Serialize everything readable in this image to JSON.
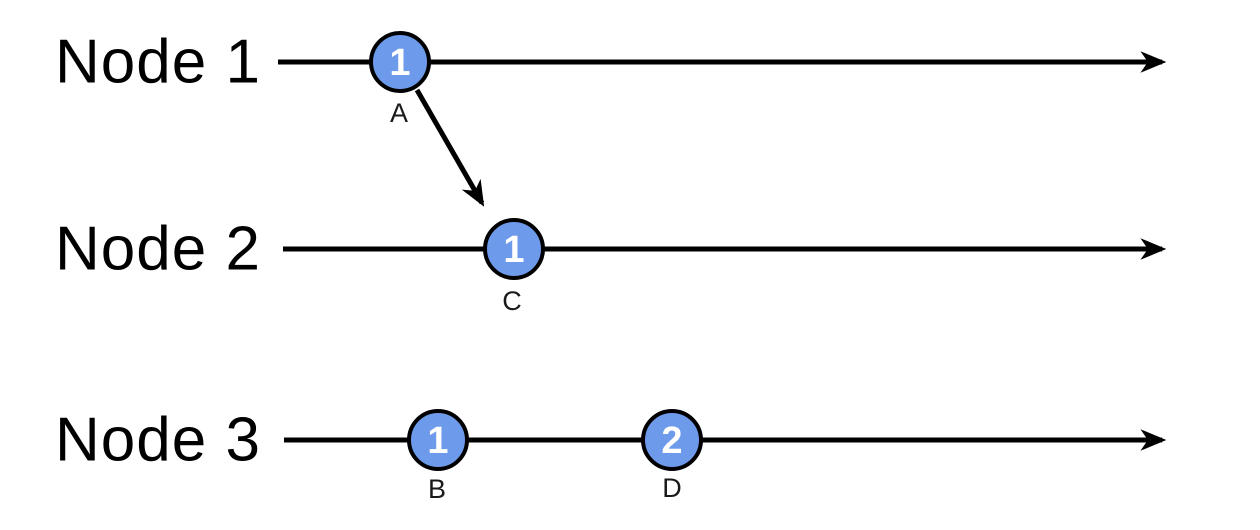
{
  "diagram": {
    "kind": "logical-clock-timeline",
    "nodes": [
      {
        "label": "Node 1",
        "events": [
          {
            "name": "A",
            "clock": "1"
          }
        ]
      },
      {
        "label": "Node 2",
        "events": [
          {
            "name": "C",
            "clock": "1"
          }
        ]
      },
      {
        "label": "Node 3",
        "events": [
          {
            "name": "B",
            "clock": "1"
          },
          {
            "name": "D",
            "clock": "2"
          }
        ]
      }
    ],
    "messages": [
      {
        "from": "A",
        "to": "C"
      }
    ]
  },
  "colors": {
    "background": "#FFFFFF",
    "timeline": "#000000",
    "message_arrow": "#000000",
    "event_fill": "#6D9AEA",
    "event_stroke": "#000000",
    "event_number": "#FFFFFF",
    "label_text": "#000000"
  }
}
